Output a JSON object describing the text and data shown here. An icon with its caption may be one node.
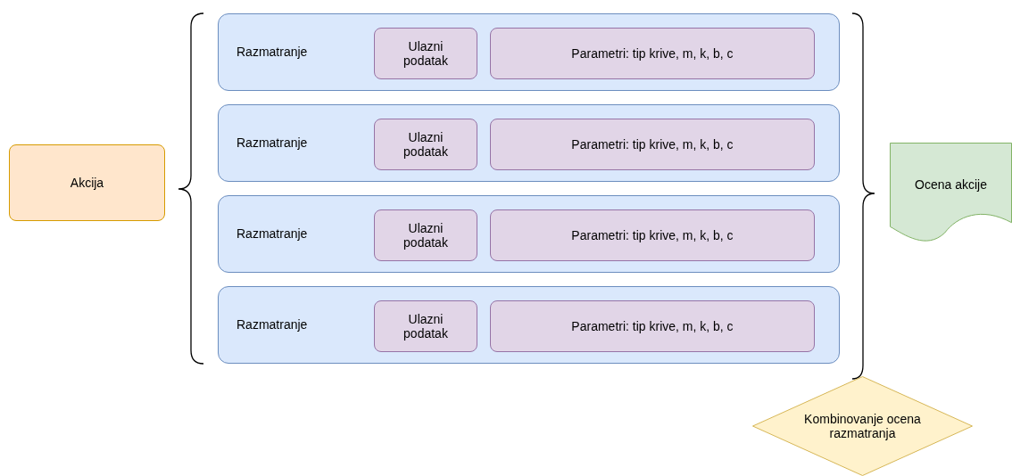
{
  "diagram": {
    "nodes": [
      {
        "text": [
          "Akcija"
        ]
      },
      {
        "text": [
          "Razmatranje"
        ]
      },
      {
        "text": [
          "Ulazni podatak"
        ],
        "in": 1
      },
      {
        "text": [
          "Parametri: tip krive, m, k, b, c"
        ],
        "in": 1
      },
      {
        "text": [
          "Razmatranje"
        ]
      },
      {
        "text": [
          "Ulazni podatak"
        ],
        "in": 4
      },
      {
        "text": [
          "Parametri: tip krive, m, k, b, c"
        ],
        "in": 4
      },
      {
        "text": [
          "Razmatranje"
        ]
      },
      {
        "text": [
          "Ulazni podatak"
        ],
        "in": 7
      },
      {
        "text": [
          "Parametri: tip krive, m, k, b, c"
        ],
        "in": 7
      },
      {
        "text": [
          "Razmatranje"
        ]
      },
      {
        "text": [
          "Ulazni podatak"
        ],
        "in": 10
      },
      {
        "text": [
          "Parametri: tip krive, m, k, b, c"
        ],
        "in": 10
      },
      {
        "text": [
          "Ocena akcije"
        ]
      },
      {
        "text": [
          "Kombinovanje ocena razmatranja"
        ]
      }
    ]
  }
}
